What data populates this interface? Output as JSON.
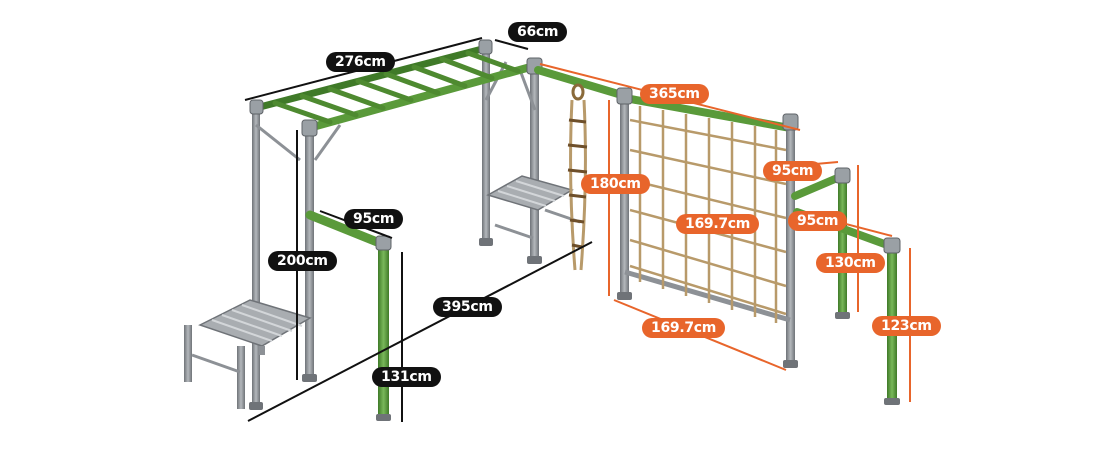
{
  "colors": {
    "steel": "#8d9196",
    "steel_dark": "#5f6368",
    "green": "#5a9a3a",
    "green_dark": "#3f7a28",
    "black_label": "#111111",
    "orange_label": "#e8652b",
    "rope": "#b89a6a"
  },
  "labels": {
    "monkey_bar_length": "276cm",
    "top_depth": "66cm",
    "left_step_depth": "95cm",
    "frame_height": "200cm",
    "base_length": "395cm",
    "green_post_height": "131cm",
    "net_span_length": "365cm",
    "net_height": "180cm",
    "net_inner_height": "169.7cm",
    "net_width": "169.7cm",
    "right_bar_top_depth": "95cm",
    "right_bar_lower_depth": "95cm",
    "right_bar_height": "130cm",
    "right_post_height": "123cm"
  }
}
